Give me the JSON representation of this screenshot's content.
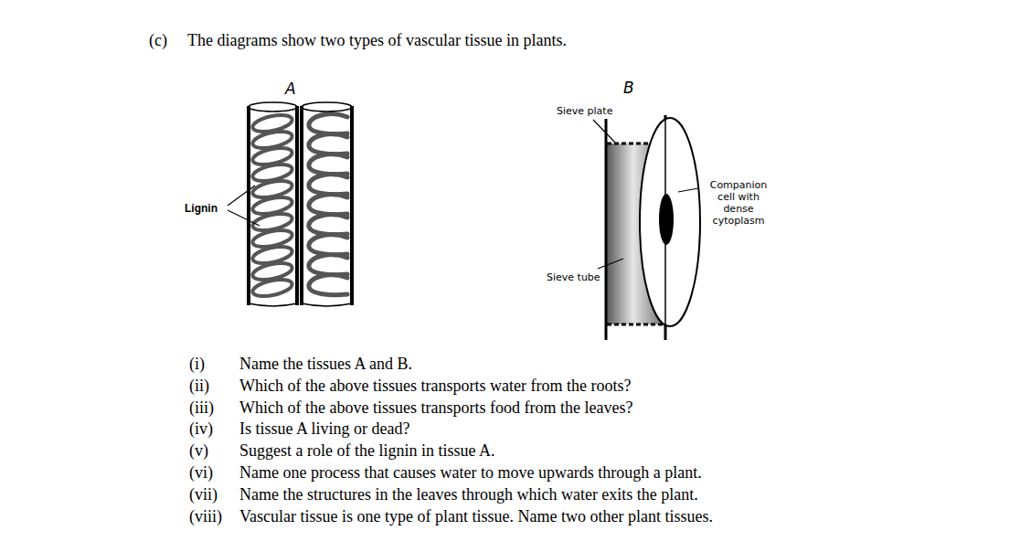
{
  "diagram": {
    "title": "The diagrams show two types of vascular tissue in plants.",
    "labels": [
      "(c)",
      "A",
      "B",
      "Sieve plate",
      "Lignin",
      "Companion cell with dense cytoplasm",
      "Sieve tube",
      "(i)",
      "Name the tissues A and B.",
      "(ii)",
      "Which of the above tissues transports water from the roots?",
      "(iii)",
      "Which of the above tissues transports food from the leaves?",
      "(iv)",
      "Is tissue A living or dead?",
      "(v)",
      "Suggest a role of the lignin in tissue A.",
      "(vi)",
      "Name one process that causes water to move upwards through a plant.",
      "(vii)",
      "Name the structures in the leaves through which water exits the plant.",
      "(viii)",
      "Vascular tissue is one type of plant tissue. Name two other plant tissues."
    ]
  }
}
